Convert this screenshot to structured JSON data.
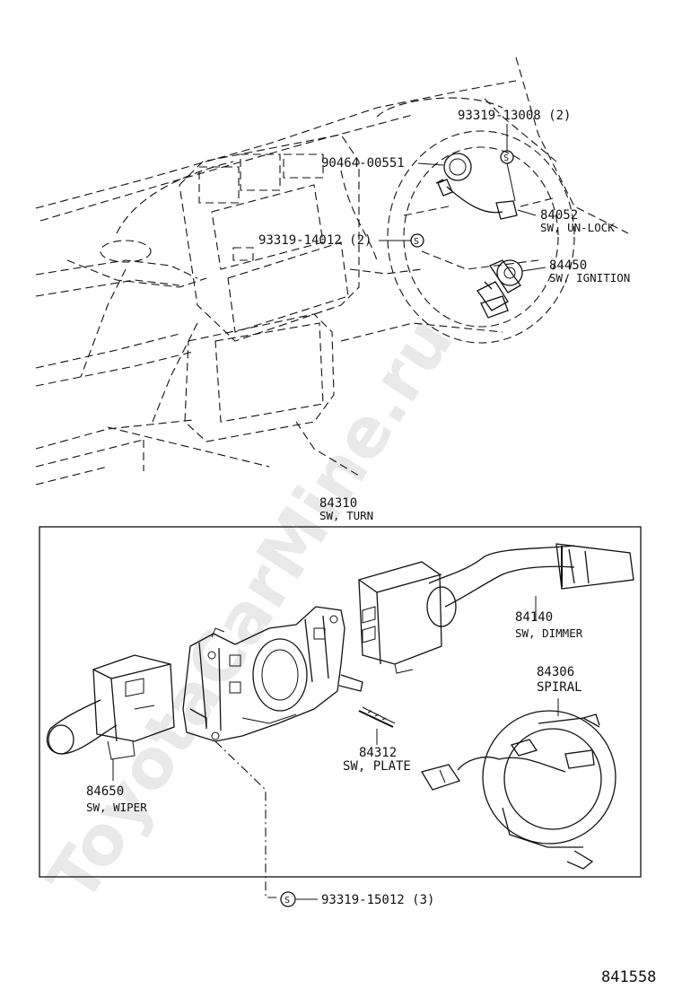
{
  "watermark": "ToyotaCarMine.ru",
  "diagram_id": "841558",
  "parts": [
    {
      "id": "p93319_13008",
      "number": "93319-13008",
      "qty": "(2)",
      "name": ""
    },
    {
      "id": "p90464",
      "number": "90464-00551",
      "qty": "",
      "name": ""
    },
    {
      "id": "p84052",
      "number": "84052",
      "qty": "",
      "name": "SW, UN-LOCK"
    },
    {
      "id": "p93319_14012",
      "number": "93319-14012",
      "qty": "(2)",
      "name": ""
    },
    {
      "id": "p84450",
      "number": "84450",
      "qty": "",
      "name": "SW, IGNITION"
    },
    {
      "id": "p84310",
      "number": "84310",
      "qty": "",
      "name": "SW, TURN"
    },
    {
      "id": "p84140",
      "number": "84140",
      "qty": "",
      "name": "SW, DIMMER"
    },
    {
      "id": "p84306",
      "number": "84306",
      "qty": "",
      "name": "SPIRAL"
    },
    {
      "id": "p84312",
      "number": "84312",
      "qty": "",
      "name": "SW, PLATE"
    },
    {
      "id": "p84650",
      "number": "84650",
      "qty": "",
      "name": "SW, WIPER"
    },
    {
      "id": "p93319_15012",
      "number": "93319-15012",
      "qty": "(3)",
      "name": ""
    }
  ],
  "screw_symbol": "S"
}
